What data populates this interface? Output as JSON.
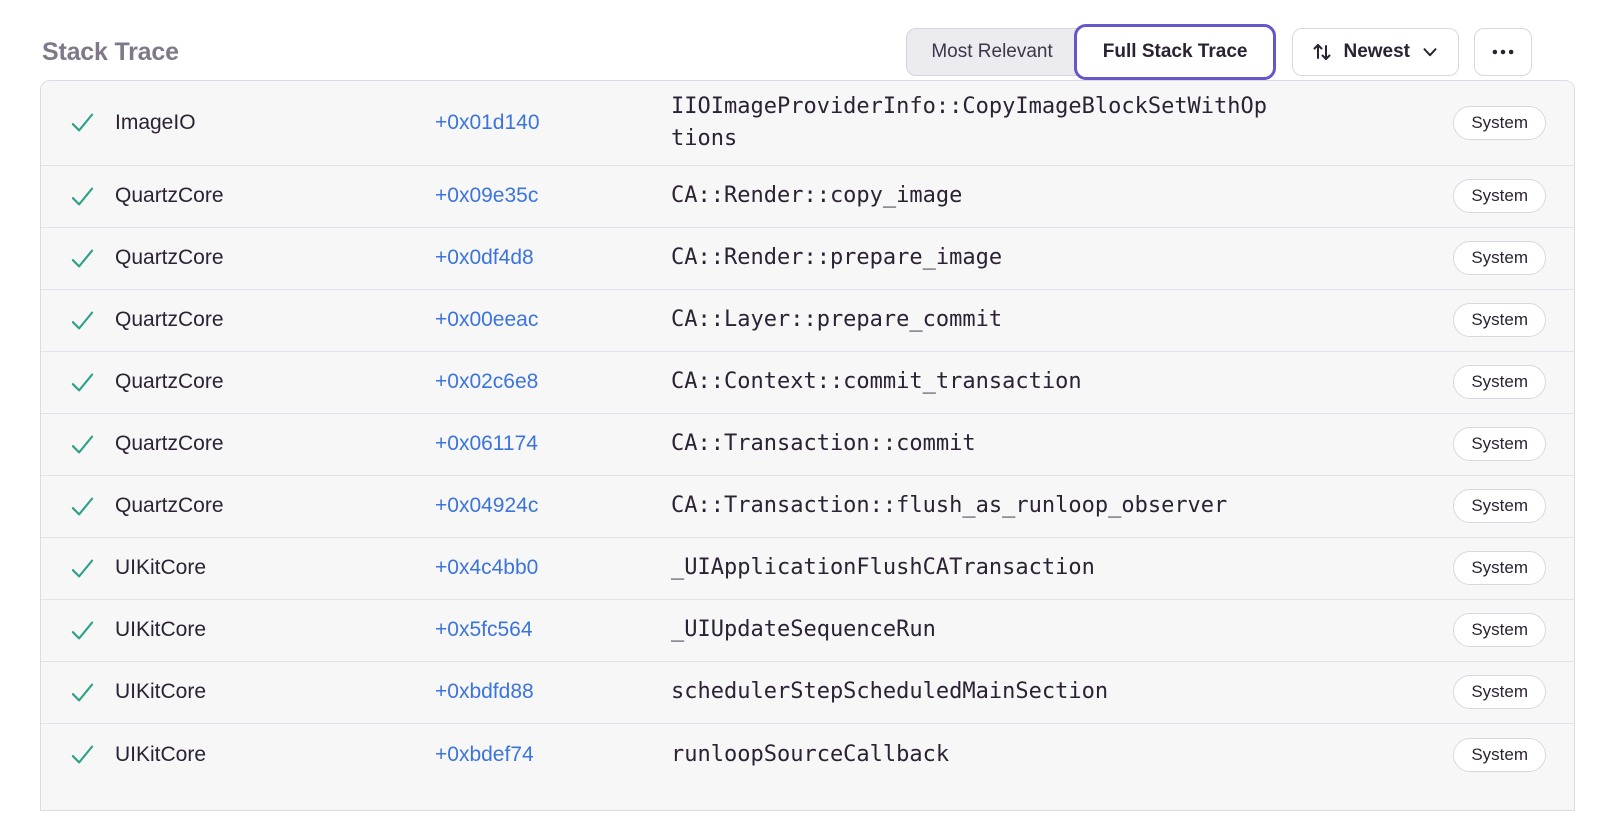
{
  "header": {
    "title": "Stack Trace",
    "toggle": {
      "most_relevant": "Most Relevant",
      "full_stack_trace": "Full Stack Trace"
    },
    "sort_label": "Newest",
    "icons": {
      "sort": "sort-arrows-icon",
      "chevron": "chevron-down-icon",
      "more": "ellipsis-icon",
      "frame_status": "checkmark-icon"
    }
  },
  "colors": {
    "accent_purple": "#6458c8",
    "link_blue": "#3c74dd",
    "check_green": "#2ba185",
    "row_background": "#f7f7f8",
    "text_dark": "#2b2233",
    "title_gray": "#7f7889"
  },
  "stack_trace": {
    "frames": [
      {
        "module": "ImageIO",
        "address": "+0x01d140",
        "function": "IIOImageProviderInfo::CopyImageBlockSetWithOptions",
        "badge": "System"
      },
      {
        "module": "QuartzCore",
        "address": "+0x09e35c",
        "function": "CA::Render::copy_image",
        "badge": "System"
      },
      {
        "module": "QuartzCore",
        "address": "+0x0df4d8",
        "function": "CA::Render::prepare_image",
        "badge": "System"
      },
      {
        "module": "QuartzCore",
        "address": "+0x00eeac",
        "function": "CA::Layer::prepare_commit",
        "badge": "System"
      },
      {
        "module": "QuartzCore",
        "address": "+0x02c6e8",
        "function": "CA::Context::commit_transaction",
        "badge": "System"
      },
      {
        "module": "QuartzCore",
        "address": "+0x061174",
        "function": "CA::Transaction::commit",
        "badge": "System"
      },
      {
        "module": "QuartzCore",
        "address": "+0x04924c",
        "function": "CA::Transaction::flush_as_runloop_observer",
        "badge": "System"
      },
      {
        "module": "UIKitCore",
        "address": "+0x4c4bb0",
        "function": "_UIApplicationFlushCATransaction",
        "badge": "System"
      },
      {
        "module": "UIKitCore",
        "address": "+0x5fc564",
        "function": "_UIUpdateSequenceRun",
        "badge": "System"
      },
      {
        "module": "UIKitCore",
        "address": "+0xbdfd88",
        "function": "schedulerStepScheduledMainSection",
        "badge": "System"
      },
      {
        "module": "UIKitCore",
        "address": "+0xbdef74",
        "function": "runloopSourceCallback",
        "badge": "System"
      }
    ]
  }
}
